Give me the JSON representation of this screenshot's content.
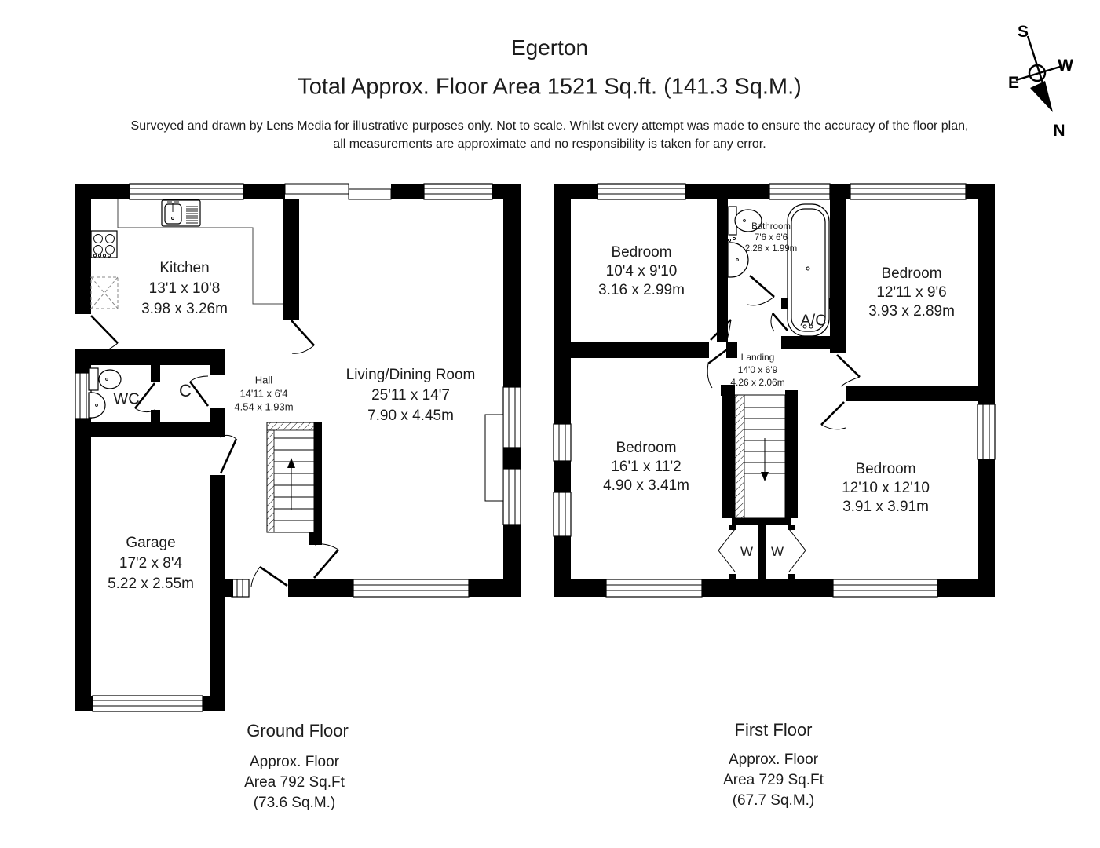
{
  "title": "Egerton",
  "subtitle": "Total Approx. Floor Area 1521 Sq.ft. (141.3 Sq.M.)",
  "disclaimer_line1": "Surveyed and drawn by Lens Media for illustrative purposes only. Not to scale. Whilst every attempt was made to ensure the accuracy of the floor plan,",
  "disclaimer_line2": "all measurements are approximate and no responsibility is taken for any error.",
  "colors": {
    "wall": "#000000",
    "background": "#ffffff",
    "text": "#1c1c1c"
  },
  "compass": {
    "n": "N",
    "s": "S",
    "e": "E",
    "w": "W"
  },
  "ground_floor": {
    "name": "Ground Floor",
    "area_line1": "Approx. Floor",
    "area_line2": "Area 792 Sq.Ft",
    "area_line3": "(73.6 Sq.M.)",
    "rooms": [
      {
        "name": "Kitchen",
        "imperial": "13'1 x 10'8",
        "metric": "3.98 x 3.26m"
      },
      {
        "name": "Hall",
        "imperial": "14'11 x 6'4",
        "metric": "4.54 x 1.93m"
      },
      {
        "name": "Living/Dining Room",
        "imperial": "25'11 x 14'7",
        "metric": "7.90 x 4.45m"
      },
      {
        "name": "WC"
      },
      {
        "name": "C"
      },
      {
        "name": "Garage",
        "imperial": "17'2 x 8'4",
        "metric": "5.22 x 2.55m"
      }
    ]
  },
  "first_floor": {
    "name": "First Floor",
    "area_line1": "Approx. Floor",
    "area_line2": "Area 729 Sq.Ft",
    "area_line3": "(67.7 Sq.M.)",
    "rooms": [
      {
        "name": "Bedroom",
        "imperial": "10'4 x 9'10",
        "metric": "3.16 x 2.99m"
      },
      {
        "name": "Bathroom",
        "imperial": "7'6 x 6'6",
        "metric": "2.28 x 1.99m"
      },
      {
        "name": "Bedroom",
        "imperial": "12'11 x 9'6",
        "metric": "3.93 x 2.89m"
      },
      {
        "name": "A/C"
      },
      {
        "name": "Landing",
        "imperial": "14'0 x 6'9",
        "metric": "4.26 x 2.06m"
      },
      {
        "name": "Bedroom",
        "imperial": "16'1 x 11'2",
        "metric": "4.90 x 3.41m"
      },
      {
        "name": "Bedroom",
        "imperial": "12'10 x 12'10",
        "metric": "3.91 x 3.91m"
      },
      {
        "name": "W"
      },
      {
        "name": "W"
      }
    ]
  }
}
